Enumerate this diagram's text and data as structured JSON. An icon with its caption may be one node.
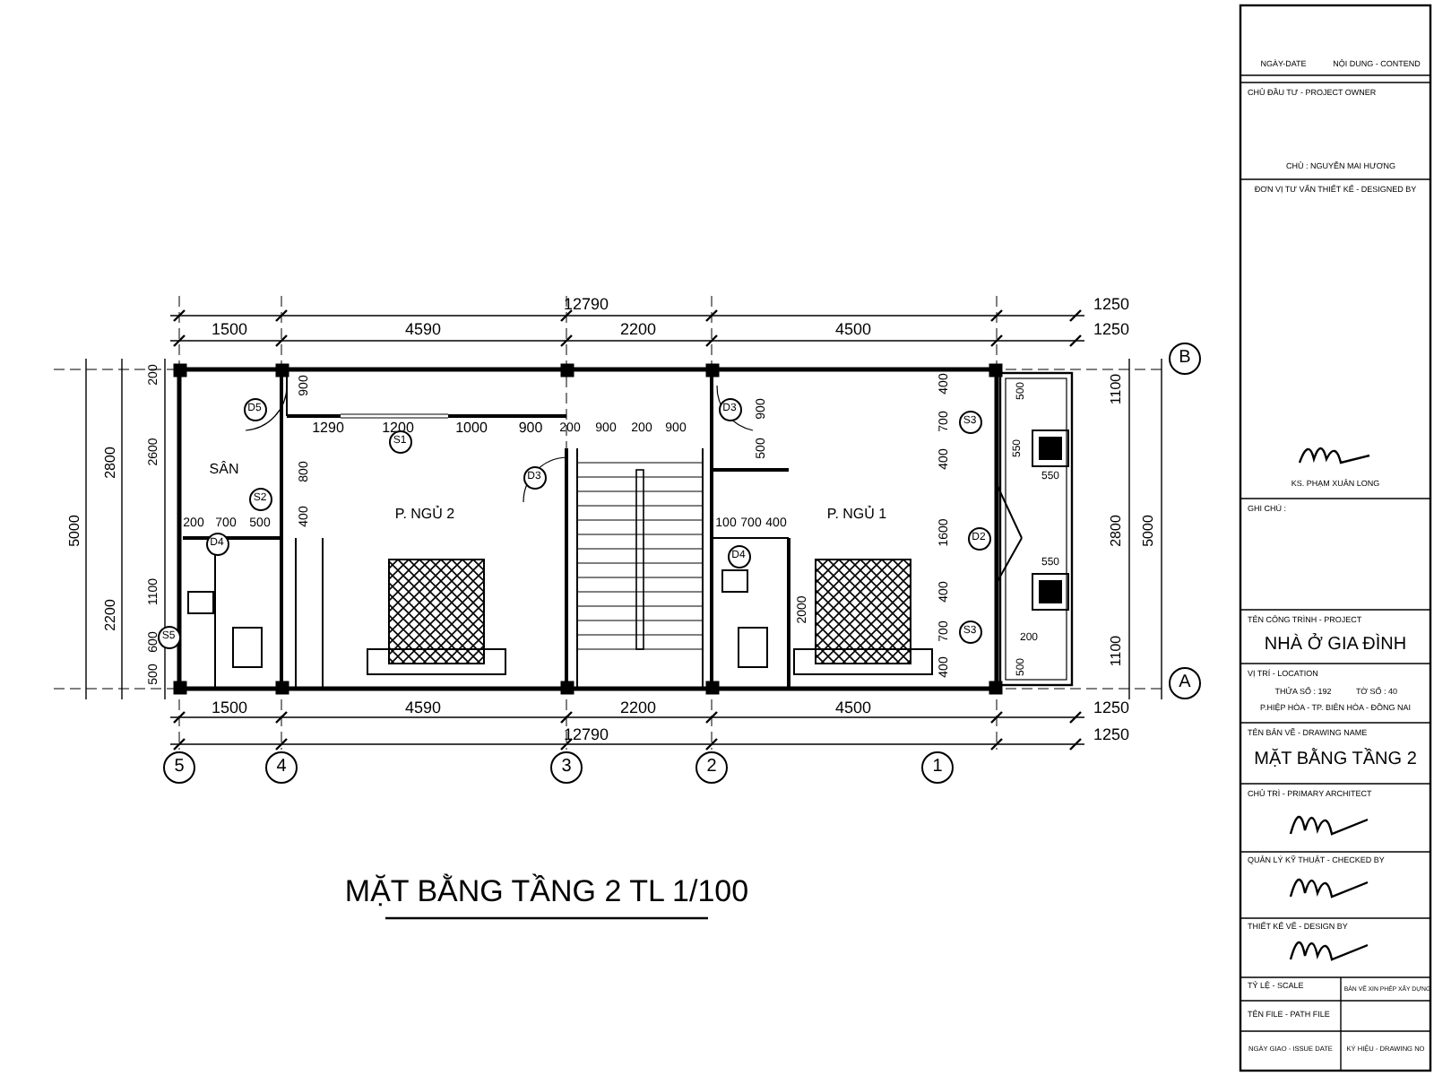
{
  "diagram": {
    "title": "MẶT BẰNG TẦNG 2 TL 1/100",
    "nodes": [
      {
        "text": [
          "5"
        ]
      },
      {
        "text": [
          "4"
        ]
      },
      {
        "text": [
          "3"
        ]
      },
      {
        "text": [
          "2"
        ]
      },
      {
        "text": [
          "1"
        ]
      },
      {
        "text": [
          "B"
        ]
      },
      {
        "text": [
          "A"
        ]
      },
      {
        "text": [
          "D5"
        ]
      },
      {
        "text": [
          "S1"
        ]
      },
      {
        "text": [
          "D3"
        ]
      },
      {
        "text": [
          "S2"
        ]
      },
      {
        "text": [
          "D4"
        ]
      },
      {
        "text": [
          "S5"
        ]
      },
      {
        "text": [
          "D3"
        ]
      },
      {
        "text": [
          "D4"
        ]
      },
      {
        "text": [
          "S3"
        ]
      },
      {
        "text": [
          "D2"
        ]
      },
      {
        "text": [
          "S3"
        ]
      }
    ],
    "labels": [
      "12790",
      "1250",
      "1500",
      "4590",
      "2200",
      "4500",
      "1250",
      "5000",
      "2800",
      "2200",
      "200",
      "2600",
      "1100",
      "600",
      "500",
      "SÂN",
      "P. NGỦ 2",
      "P. NGỦ 1",
      "1290",
      "1200",
      "1000",
      "900",
      "200",
      "900",
      "200",
      "900",
      "900",
      "800",
      "400",
      "200",
      "700",
      "500",
      "900",
      "500",
      "100",
      "700",
      "400",
      "2000",
      "400",
      "700",
      "400",
      "1600",
      "400",
      "700",
      "400",
      "500",
      "550",
      "550",
      "550",
      "200",
      "500",
      "1100",
      "2800",
      "1100",
      "5000",
      "1500",
      "4590",
      "2200",
      "4500",
      "1250",
      "12790",
      "1250",
      "NGÀY-DATE",
      "NỘI DUNG - CONTEND",
      "CHỦ ĐẦU TƯ - PROJECT OWNER",
      "CHỦ : NGUYỄN MAI HƯƠNG",
      "ĐƠN VỊ TƯ VẤN THIẾT KẾ - DESIGNED BY",
      "KS. PHẠM XUÂN LONG",
      "GHI CHÚ :",
      "TÊN CÔNG TRÌNH - PROJECT",
      "NHÀ Ở GIA ĐÌNH",
      "VỊ TRÍ - LOCATION",
      "THỬA SỐ : 192",
      "TỜ SỐ : 40",
      "P.HIỆP HÒA - TP. BIÊN HÒA - ĐỒNG NAI",
      "TÊN BẢN VẼ - DRAWING NAME",
      "MẶT BẰNG TẦNG 2",
      "CHỦ TRÌ - PRIMARY ARCHITECT",
      "QUẢN LÝ KỸ THUẬT - CHECKED BY",
      "THIẾT KẾ VẼ - DESIGN BY",
      "TỶ LỆ - SCALE",
      "TÊN FILE - PATH FILE",
      "BẢN VẼ XIN PHÉP XÂY DỰNG",
      "NGÀY GIAO - ISSUE DATE",
      "KÝ HIỆU - DRAWING NO"
    ]
  }
}
